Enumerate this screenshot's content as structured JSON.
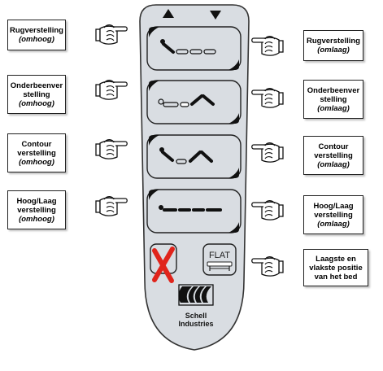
{
  "left_labels": [
    {
      "lines": [
        "Rugverstelling"
      ],
      "sub": "(omhoog)"
    },
    {
      "lines": [
        "Onderbeenver",
        "stelling"
      ],
      "sub": "(omhoog)"
    },
    {
      "lines": [
        "Contour",
        "verstelling"
      ],
      "sub": "(omhoog)"
    },
    {
      "lines": [
        "Hoog/Laag",
        "verstelling"
      ],
      "sub": "(omhoog)"
    }
  ],
  "right_labels": [
    {
      "lines": [
        "Rugverstelling"
      ],
      "sub": "(omlaag)"
    },
    {
      "lines": [
        "Onderbeenver",
        "stelling"
      ],
      "sub": "(omlaag)"
    },
    {
      "lines": [
        "Contour",
        "verstelling"
      ],
      "sub": "(omlaag)"
    },
    {
      "lines": [
        "Hoog/Laag",
        "verstelling"
      ],
      "sub": "(omlaag)"
    },
    {
      "lines": [
        "Laagste en",
        "vlakste positie",
        "van het bed"
      ],
      "sub": ""
    }
  ],
  "remote": {
    "flat_label": "FLAT",
    "brand_line1": "Schell",
    "brand_line2": "Industries",
    "body_color": "#d9dde2",
    "x_color": "#e0241b"
  },
  "icons": {
    "pointer": "pointing-hand-icon",
    "up": "triangle-up-icon",
    "down": "triangle-down-icon",
    "disable": "red-x-lockout-icon",
    "flat": "flat-bed-icon",
    "logo": "schell-logo-icon"
  }
}
